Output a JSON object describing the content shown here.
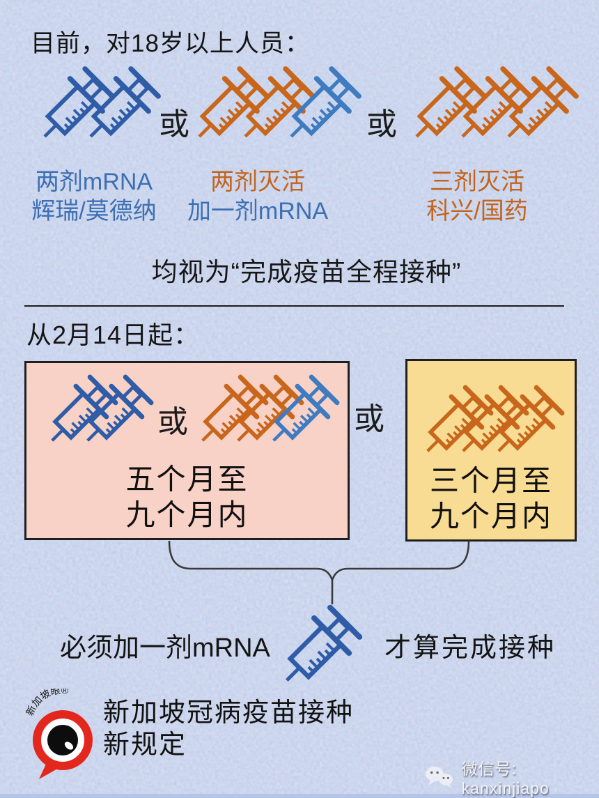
{
  "colors": {
    "background": "#b5c5e8",
    "blue_syringe": "#2e5ca6",
    "light_blue_syringe": "#3f7bc0",
    "orange_syringe": "#c8661c",
    "blue_text": "#3d6fb3",
    "orange_text": "#c2641d",
    "ink": "#141414",
    "pink_box": "#f8d2c7",
    "yellow_box": "#f8dc93",
    "logo_red": "#e4271d"
  },
  "header": {
    "title": "目前，对18岁以上人员："
  },
  "or_label": "或",
  "options": [
    {
      "syringes": [
        "blue",
        "blue"
      ],
      "label_line1": "两剂mRNA",
      "label_line2": "辉瑞/莫德纳"
    },
    {
      "syringes": [
        "orange",
        "orange",
        "blue"
      ],
      "label_line1": "两剂灭活",
      "label_line2": "加一剂mRNA"
    },
    {
      "syringes": [
        "orange",
        "orange",
        "orange"
      ],
      "label_line1": "三剂灭活",
      "label_line2": "科兴/国药"
    }
  ],
  "conclusion": "均视为“完成疫苗全程接种”",
  "section2": {
    "title": "从2月14日起：",
    "boxes": [
      {
        "left_syringes": [
          "blue",
          "blue"
        ],
        "right_syringes": [
          "orange",
          "orange",
          "blue"
        ],
        "period_line1": "五个月至",
        "period_line2": "九个月内"
      },
      {
        "syringes": [
          "orange",
          "orange",
          "orange"
        ],
        "period_line1": "三个月至",
        "period_line2": "九个月内"
      }
    ],
    "requirement_left": "必须加一剂mRNA",
    "requirement_booster": [
      "blue"
    ],
    "requirement_right": "才算完成接种"
  },
  "footer": {
    "logo_arc_text": "新加坡眼®",
    "caption_line1": "新加坡冠病疫苗接种",
    "caption_line2": "新规定",
    "wechat_label": "微信号: kanxinjiapo"
  }
}
